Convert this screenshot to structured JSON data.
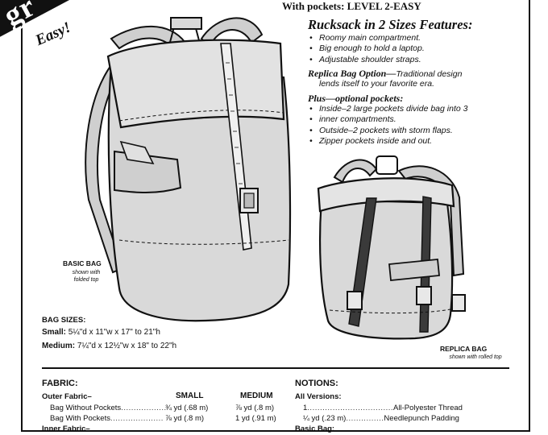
{
  "brand": {
    "logo_text": "gr",
    "tagline": "Easy!"
  },
  "header": {
    "pockets_level": "With pockets: LEVEL 2-EASY",
    "features_title": "Rucksack in 2 Sizes Features:"
  },
  "features": [
    "Roomy main compartment.",
    "Big enough to hold a laptop.",
    "Adjustable shoulder straps."
  ],
  "replica_option": {
    "title": "Replica Bag Option—",
    "text_line1": "Traditional design",
    "text_line2": "lends itself to your favorite era."
  },
  "optional_pockets": {
    "title": "Plus—optional pockets:",
    "items": [
      "Inside–2 large pockets divide bag into 3",
      "inner compartments.",
      "Outside–2 pockets with storm flaps.",
      "Zipper pockets inside and out."
    ]
  },
  "illustrations": {
    "basic_label": "BASIC BAG",
    "basic_caption_1": "shown with",
    "basic_caption_2": "folded top",
    "replica_label": "REPLICA BAG",
    "replica_caption": "shown with rolled top"
  },
  "bag_sizes": {
    "title": "BAG SIZES:",
    "small_label": "Small:",
    "small_value": "5¼\"d x 11\"w x 17\" to 21\"h",
    "medium_label": "Medium:",
    "medium_value": "7¼\"d x 12½\"w x 18\" to 22\"h"
  },
  "fabric": {
    "title": "FABRIC:",
    "col_small": "SMALL",
    "col_medium": "MEDIUM",
    "outer_label": "Outer Fabric–",
    "rows": [
      {
        "label": "Bag Without Pockets",
        "small": "¾ yd (.68 m)",
        "medium": "⅞ yd (.8 m)"
      },
      {
        "label": "Bag With Pockets",
        "small": "⅞ yd (.8 m)",
        "medium": "1 yd (.91 m)"
      }
    ],
    "inner_label": "Inner Fabric–"
  },
  "notions": {
    "title": "NOTIONS:",
    "all_versions": "All Versions:",
    "rows": [
      {
        "qty": "1",
        "item": "All-Polyester Thread"
      },
      {
        "qty": "¼ yd (.23 m)",
        "item": "Needlepunch Padding"
      }
    ],
    "basic_bag": "Basic Bag:"
  }
}
